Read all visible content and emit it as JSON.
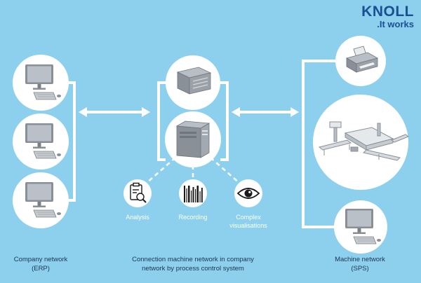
{
  "brand": {
    "logo_text": "KNOLL",
    "tagline": ".It works",
    "color": "#1b4f91"
  },
  "colors": {
    "background": "#8dd0ee",
    "lines": "#ffffff",
    "node_fill": "#ffffff",
    "caption_text": "#1a3550"
  },
  "nodes": {
    "company": [
      {
        "icon": "desktop-computer-icon"
      },
      {
        "icon": "desktop-computer-icon"
      },
      {
        "icon": "desktop-computer-icon"
      }
    ],
    "control": [
      {
        "icon": "server-unit-icon"
      },
      {
        "icon": "tower-server-icon"
      }
    ],
    "machine": [
      {
        "icon": "printer-icon"
      },
      {
        "icon": "conveyor-machine-icon"
      },
      {
        "icon": "desktop-computer-icon"
      }
    ]
  },
  "functions": [
    {
      "icon": "analysis-clipboard-icon",
      "label": "Analysis"
    },
    {
      "icon": "recording-barcode-icon",
      "label": "Recording"
    },
    {
      "icon": "eye-icon",
      "label_line1": "Complex",
      "label_line2": "visualisations"
    }
  ],
  "captions": {
    "company_network": {
      "line1": "Company network",
      "line2": "(ERP)"
    },
    "connection": {
      "line1": "Connection machine network in company",
      "line2": "network by process control system"
    },
    "machine_network": {
      "line1": "Machine network",
      "line2": "(SPS)"
    }
  }
}
